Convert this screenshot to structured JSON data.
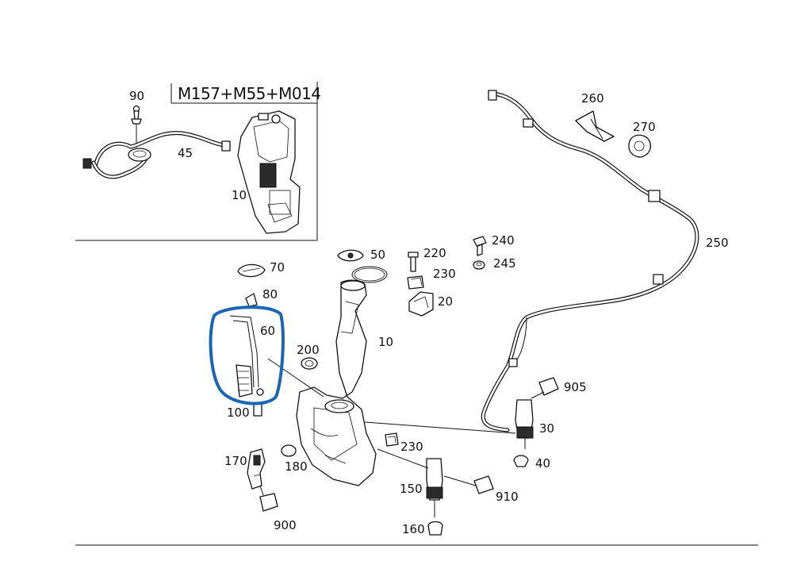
{
  "inset": {
    "title": "M157+M55+M014"
  },
  "labels": {
    "p90": "90",
    "p45": "45",
    "p10_inset": "10",
    "p260": "260",
    "p270": "270",
    "p250": "250",
    "p50": "50",
    "p220": "220",
    "p230_top": "230",
    "p240": "240",
    "p245": "245",
    "p20": "20",
    "p10": "10",
    "p70": "70",
    "p80": "80",
    "p60": "60",
    "p200": "200",
    "p100": "100",
    "p905": "905",
    "p30": "30",
    "p40": "40",
    "p230_mid": "230",
    "p170": "170",
    "p180": "180",
    "p150": "150",
    "p910": "910",
    "p900": "900",
    "p160": "160"
  },
  "highlight": {
    "color": "#1a66b3",
    "target": "60"
  },
  "colors": {
    "ink": "#111111",
    "background": "#ffffff"
  }
}
